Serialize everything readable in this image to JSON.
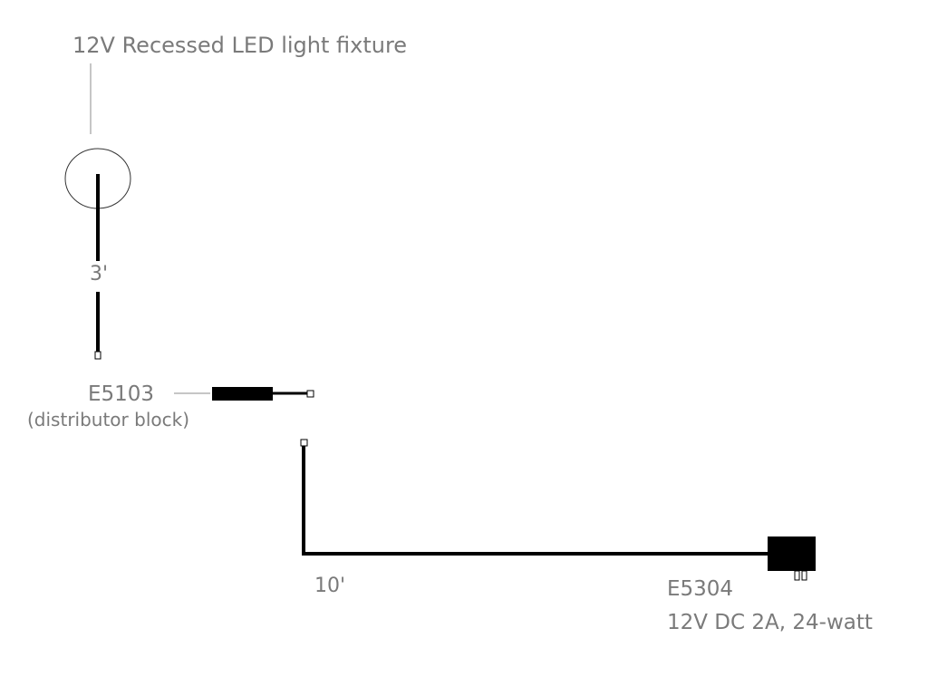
{
  "labels": {
    "fixture": "12V Recessed LED  light fixture",
    "cable_short": "3'",
    "distributor_code": "E5103",
    "distributor_desc": "(distributor block)",
    "cable_long": "10'",
    "power_supply_code": "E5304",
    "power_supply_spec": "12V DC 2A, 24-watt"
  },
  "colors": {
    "line": "#000000",
    "label_text": "#7a7a7a",
    "leader": "#8c8c8c",
    "fixture_outline": "#333333"
  }
}
